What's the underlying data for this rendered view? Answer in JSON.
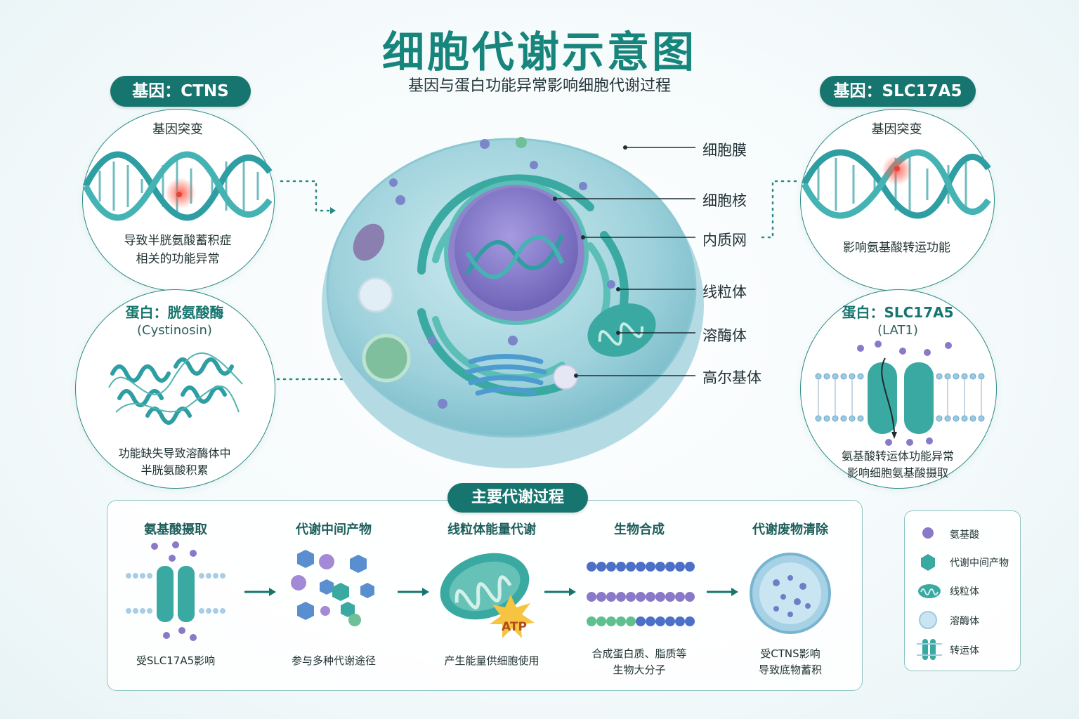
{
  "title": "细胞代谢示意图",
  "subtitle": "基因与蛋白功能异常影响细胞代谢过程",
  "left": {
    "gene_label": "基因：CTNS",
    "gene_circle_title": "基因突变",
    "gene_circle_text": [
      "导致半胱氨酸蓄积症",
      "相关的功能异常"
    ],
    "protein_title": "蛋白：胱氨酸酶",
    "protein_sub": "(Cystinosin)",
    "protein_text": [
      "功能缺失导致溶酶体中",
      "半胱氨酸积累"
    ]
  },
  "right": {
    "gene_label": "基因：SLC17A5",
    "gene_circle_title": "基因突变",
    "gene_circle_text": "影响氨基酸转运功能",
    "protein_title": "蛋白：SLC17A5",
    "protein_sub": "(LAT1)",
    "protein_text": [
      "氨基酸转运体功能异常",
      "影响细胞氨基酸摄取"
    ]
  },
  "cell_labels": [
    "细胞膜",
    "细胞核",
    "内质网",
    "线粒体",
    "溶酶体",
    "高尔基体"
  ],
  "process": {
    "header": "主要代谢过程",
    "steps": [
      {
        "title": "氨基酸摄取",
        "desc": [
          "受SLC17A5影响"
        ]
      },
      {
        "title": "代谢中间产物",
        "desc": [
          "参与多种代谢途径"
        ]
      },
      {
        "title": "线粒体能量代谢",
        "desc": [
          "产生能量供细胞使用"
        ]
      },
      {
        "title": "生物合成",
        "desc": [
          "合成蛋白质、脂质等",
          "生物大分子"
        ]
      },
      {
        "title": "代谢废物清除",
        "desc": [
          "受CTNS影响",
          "导致底物蓄积"
        ]
      }
    ],
    "atp": "ATP"
  },
  "legend": [
    {
      "label": "氨基酸",
      "icon": "amino-acid-icon"
    },
    {
      "label": "代谢中间产物",
      "icon": "intermediate-icon"
    },
    {
      "label": "线粒体",
      "icon": "mitochondrion-icon"
    },
    {
      "label": "溶酶体",
      "icon": "lysosome-icon"
    },
    {
      "label": "转运体",
      "icon": "transporter-icon"
    }
  ],
  "colors": {
    "accent": "#17756f",
    "title": "#17857c",
    "teal": "#3aa9a2",
    "purple": "#8a78c8",
    "mutation": "#e8413a"
  }
}
